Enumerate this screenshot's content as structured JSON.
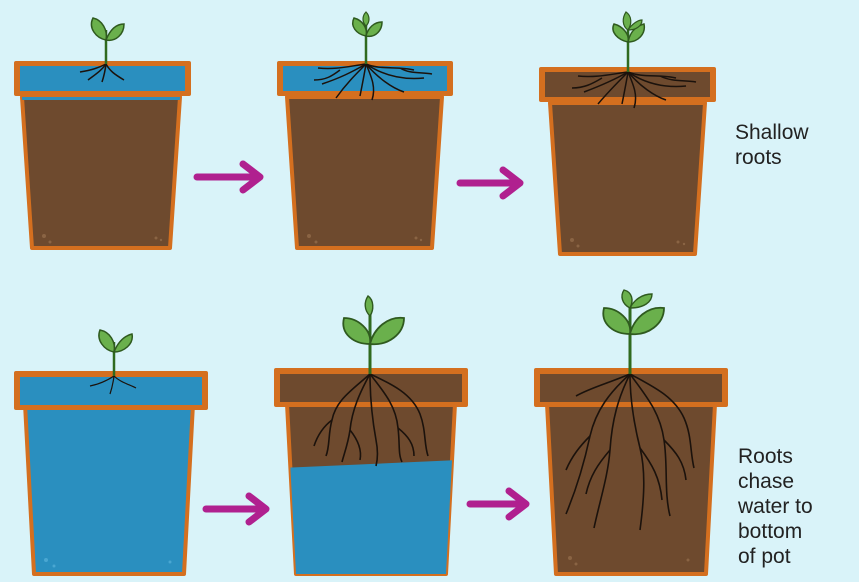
{
  "captions": {
    "top": "Shallow\nroots",
    "bottom": "Roots\nchase\nwater to\nbottom\nof pot"
  },
  "colors": {
    "background": "#d9f3f9",
    "soil": "#6e4a2e",
    "pot_rim": "#d46f1f",
    "water": "#2a8fbf",
    "water_dark": "#1f7fae",
    "leaf": "#6ab04c",
    "leaf_outline": "#2f5a1f",
    "stem": "#2f6a1f",
    "root": "#1b120c",
    "arrow": "#b0208f"
  },
  "rows": [
    {
      "name": "top-row",
      "pots": [
        {
          "name": "pot-top-1",
          "water_level": "shallow",
          "roots": "small-shallow"
        },
        {
          "name": "pot-top-2",
          "water_level": "shallow",
          "roots": "spreading-shallow"
        },
        {
          "name": "pot-top-3",
          "water_level": "none",
          "roots": "spreading-shallow"
        }
      ]
    },
    {
      "name": "bottom-row",
      "pots": [
        {
          "name": "pot-bottom-1",
          "water_level": "full",
          "roots": "tiny"
        },
        {
          "name": "pot-bottom-2",
          "water_level": "lower-half",
          "roots": "deep"
        },
        {
          "name": "pot-bottom-3",
          "water_level": "none",
          "roots": "very-deep"
        }
      ]
    }
  ],
  "icons": {
    "arrow": "right-arrow-icon",
    "seedling": "seedling-icon"
  }
}
